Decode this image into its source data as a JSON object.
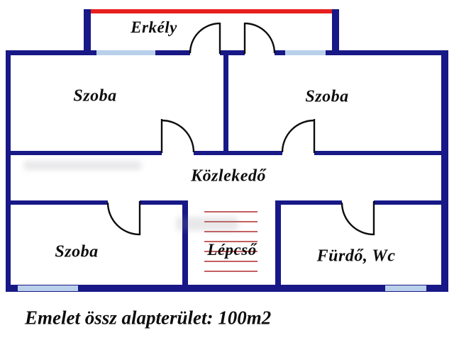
{
  "plan": {
    "balcony_label": "Erkély",
    "room_upper_left_label": "Szoba",
    "room_upper_right_label": "Szoba",
    "corridor_label": "Közlekedő",
    "room_lower_left_label": "Szoba",
    "stairs_label": "Lépcső",
    "bathroom_label": "Fürdő, Wc"
  },
  "footer": {
    "total_area": "Emelet össz alapterület: 100m2"
  },
  "colors": {
    "wall": "#181887",
    "window": "#b9d0ea",
    "balcony_edge": "#e71f1f",
    "stair_line": "#c55f5f",
    "line": "#0d0d0d",
    "background": "#ffffff"
  }
}
